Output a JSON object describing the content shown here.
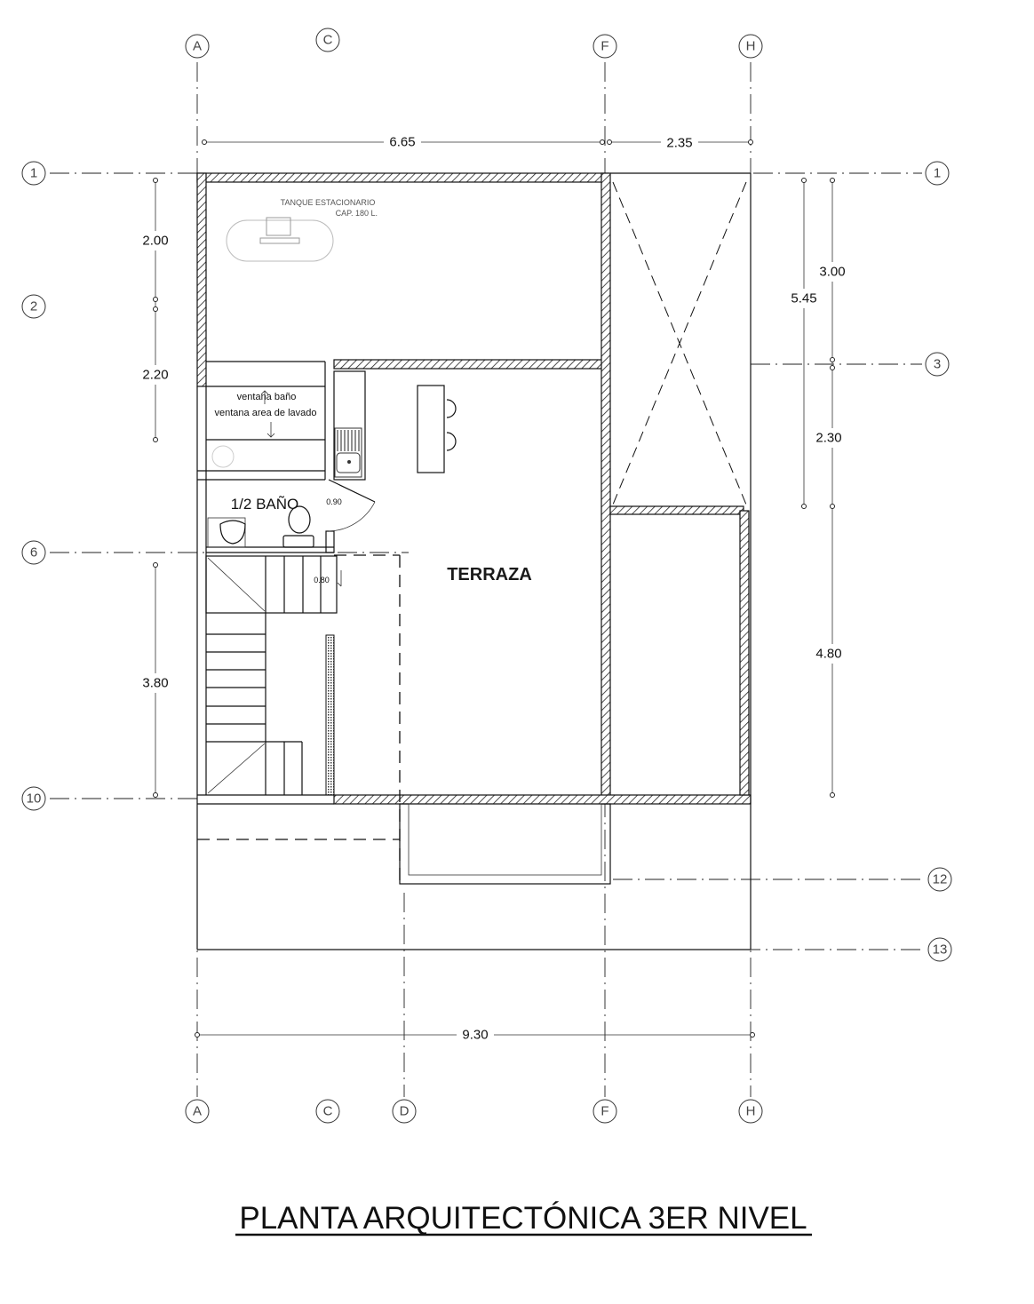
{
  "title": "PLANTA ARQUITECTÓNICA 3ER NIVEL",
  "grid": {
    "top_columns": [
      "A",
      "C",
      "F",
      "H"
    ],
    "bottom_columns": [
      "A",
      "C",
      "D",
      "F",
      "H"
    ],
    "left_rows": [
      "1",
      "2",
      "6",
      "10"
    ],
    "right_rows": [
      "1",
      "3",
      "12",
      "13"
    ]
  },
  "dimensions": {
    "top": [
      "6.65",
      "2.35"
    ],
    "left": [
      "2.00",
      "2.20",
      "3.80"
    ],
    "right_outer": "5.45",
    "right_inner": [
      "3.00",
      "2.30",
      "4.80"
    ],
    "bottom": "9.30"
  },
  "labels": {
    "tank_name": "TANQUE ESTACIONARIO",
    "tank_capacity": "CAP. 180 L.",
    "window_bath": "ventana baño",
    "window_laundry": "ventana area de lavado",
    "half_bath": "1/2 BAÑO",
    "door_width": "0.90",
    "stair_width": "0.80",
    "terrace": "TERRAZA"
  }
}
